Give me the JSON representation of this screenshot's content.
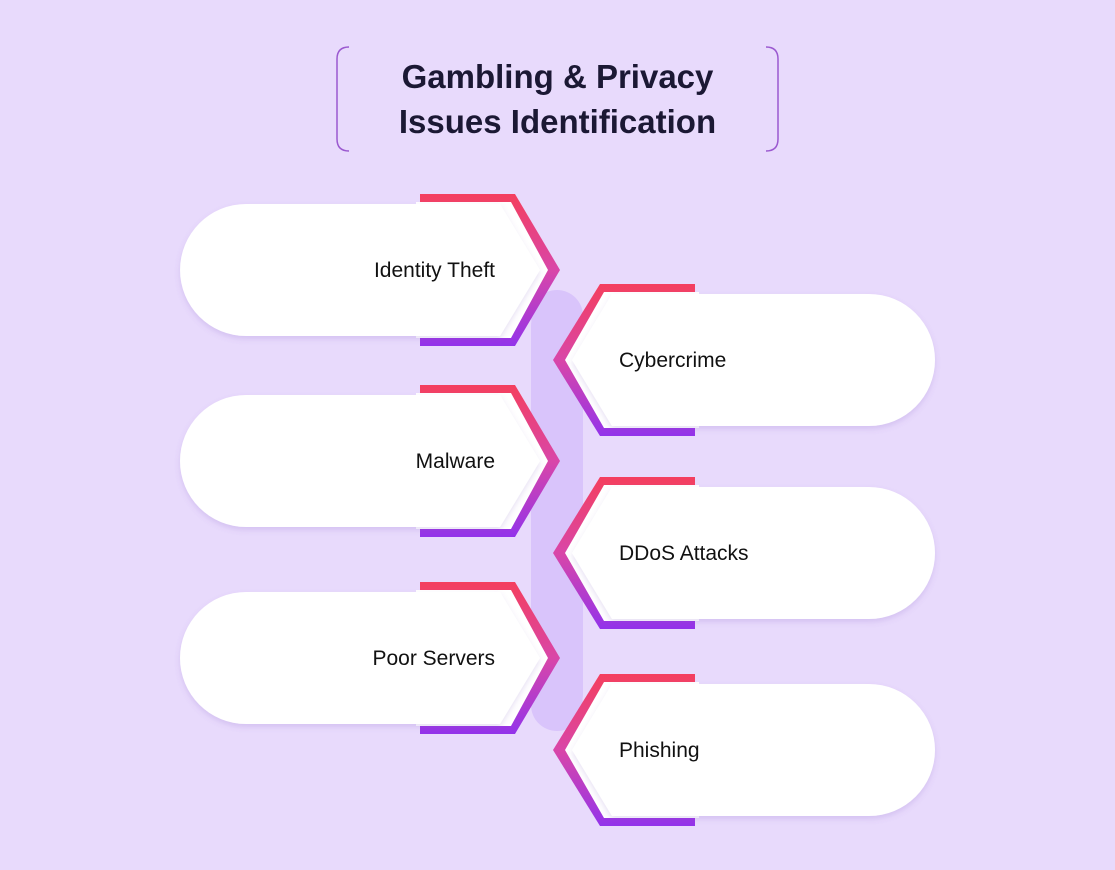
{
  "title": {
    "line1": "Gambling & Privacy",
    "line2": "Issues Identification"
  },
  "items": [
    {
      "label": "Identity Theft",
      "side": "left"
    },
    {
      "label": "Cybercrime",
      "side": "right"
    },
    {
      "label": "Malware",
      "side": "left"
    },
    {
      "label": "DDoS Attacks",
      "side": "right"
    },
    {
      "label": "Poor Servers",
      "side": "left"
    },
    {
      "label": "Phishing",
      "side": "right"
    }
  ],
  "colors": {
    "background": "#e8dafc",
    "connector": "#d9c4fb",
    "gradient_top": "#f43f5e",
    "gradient_mid": "#d946a8",
    "gradient_bottom": "#9333ea",
    "pill": "#ffffff",
    "title_text": "#1b1834",
    "bracket": "#9b59d0"
  }
}
